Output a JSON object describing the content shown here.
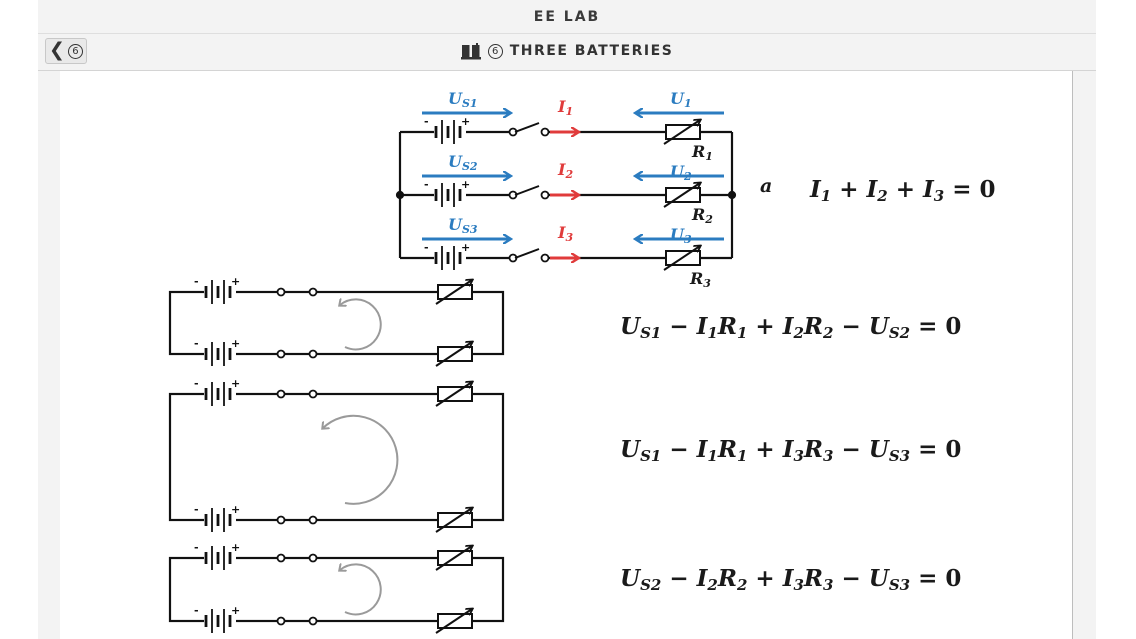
{
  "app": {
    "title": "EE LAB"
  },
  "nav": {
    "back_number": "6",
    "page_number": "6",
    "page_title": "THREE BATTERIES",
    "icons": {
      "back": "chevron-left-icon",
      "book": "book-icon"
    }
  },
  "colors": {
    "voltage_arrow": "#2b7cc0",
    "current_arrow": "#e03b3b",
    "wire": "#111111",
    "loop_arrow": "#9a9a9a"
  },
  "circuit": {
    "branches": [
      {
        "source": "U",
        "source_sub": "S1",
        "current": "I",
        "current_sub": "1",
        "drop": "U",
        "drop_sub": "1",
        "resistor": "R",
        "resistor_sub": "1"
      },
      {
        "source": "U",
        "source_sub": "S2",
        "current": "I",
        "current_sub": "2",
        "drop": "U",
        "drop_sub": "2",
        "resistor": "R",
        "resistor_sub": "2"
      },
      {
        "source": "U",
        "source_sub": "S3",
        "current": "I",
        "current_sub": "3",
        "drop": "U",
        "drop_sub": "3",
        "resistor": "R",
        "resistor_sub": "3"
      }
    ],
    "node": "a",
    "battery_plus": "+",
    "battery_minus": "-"
  },
  "equations": {
    "kcl": {
      "parts": [
        "I",
        "1",
        " + ",
        "I",
        "2",
        " + ",
        "I",
        "3",
        " = 0"
      ]
    },
    "loop1": {
      "parts": [
        "U",
        "S1",
        " − ",
        "I",
        "1",
        "R",
        "1",
        " + ",
        "I",
        "2",
        "R",
        "2",
        " − ",
        "U",
        "S2",
        " = 0"
      ]
    },
    "loop2": {
      "parts": [
        "U",
        "S1",
        " − ",
        "I",
        "1",
        "R",
        "1",
        " + ",
        "I",
        "3",
        "R",
        "3",
        " − ",
        "U",
        "S3",
        " = 0"
      ]
    },
    "loop3": {
      "parts": [
        "U",
        "S2",
        " − ",
        "I",
        "2",
        "R",
        "2",
        " + ",
        "I",
        "3",
        "R",
        "3",
        " − ",
        "U",
        "S3",
        " = 0"
      ]
    }
  }
}
